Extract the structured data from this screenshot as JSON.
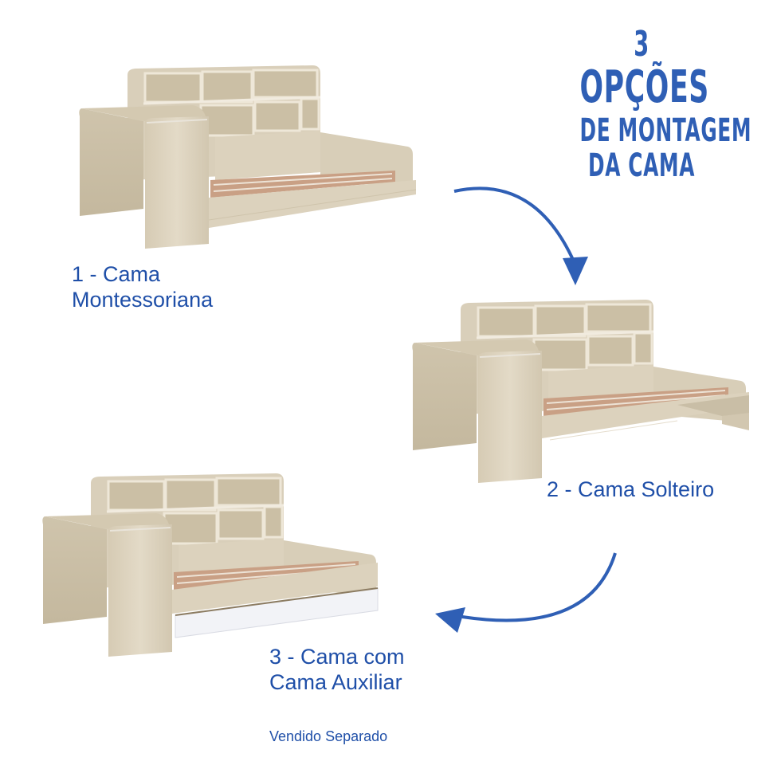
{
  "headline": {
    "line1": "3",
    "line2": "OPÇÕES",
    "line3": "DE MONTAGEM",
    "line4": "DA CAMA"
  },
  "options": [
    {
      "caption_line1": "1 - Cama",
      "caption_line2": "Montessoriana",
      "image": "bed-montessori"
    },
    {
      "caption_line1": "2 - Cama Solteiro",
      "caption_line2": "",
      "image": "bed-single"
    },
    {
      "caption_line1": "3 - Cama com",
      "caption_line2": "Cama Auxiliar",
      "image": "bed-with-trundle"
    }
  ],
  "note": "Vendido Separado",
  "arrows": [
    {
      "name": "arrow-option1-to-option2",
      "direction": "down"
    },
    {
      "name": "arrow-option2-to-option3",
      "direction": "left"
    }
  ],
  "colors": {
    "accent_blue": "#2f5fb5",
    "text_blue": "#1f4fa8",
    "wood": "#ddd3bf",
    "wood_dark": "#c9bea6",
    "slat": "#c9a085",
    "trundle_white": "#f2f3f7"
  }
}
